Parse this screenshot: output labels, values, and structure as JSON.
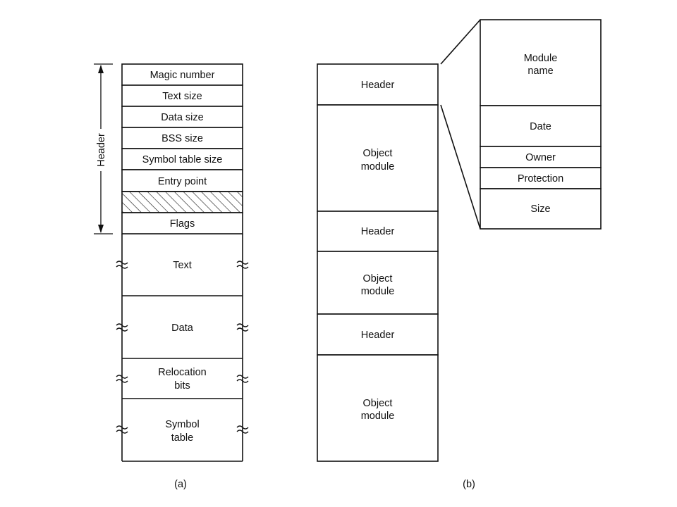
{
  "figure_a": {
    "header_label": "Header",
    "header_fields": {
      "magic_number": "Magic number",
      "text_size": "Text size",
      "data_size": "Data size",
      "bss_size": "BSS size",
      "symbol_table_size": "Symbol table size",
      "entry_point": "Entry point",
      "flags": "Flags"
    },
    "sections": {
      "text": "Text",
      "data": "Data",
      "relocation_line1": "Relocation",
      "relocation_line2": "bits",
      "symbol_line1": "Symbol",
      "symbol_line2": "table"
    },
    "caption": "(a)"
  },
  "figure_b": {
    "segments": {
      "header_1": "Header",
      "object_1_line1": "Object",
      "object_1_line2": "module",
      "header_2": "Header",
      "object_2_line1": "Object",
      "object_2_line2": "module",
      "header_3": "Header",
      "object_3_line1": "Object",
      "object_3_line2": "module"
    },
    "detail": {
      "module_name_line1": "Module",
      "module_name_line2": "name",
      "date": "Date",
      "owner": "Owner",
      "protection": "Protection",
      "size": "Size"
    },
    "caption": "(b)"
  }
}
